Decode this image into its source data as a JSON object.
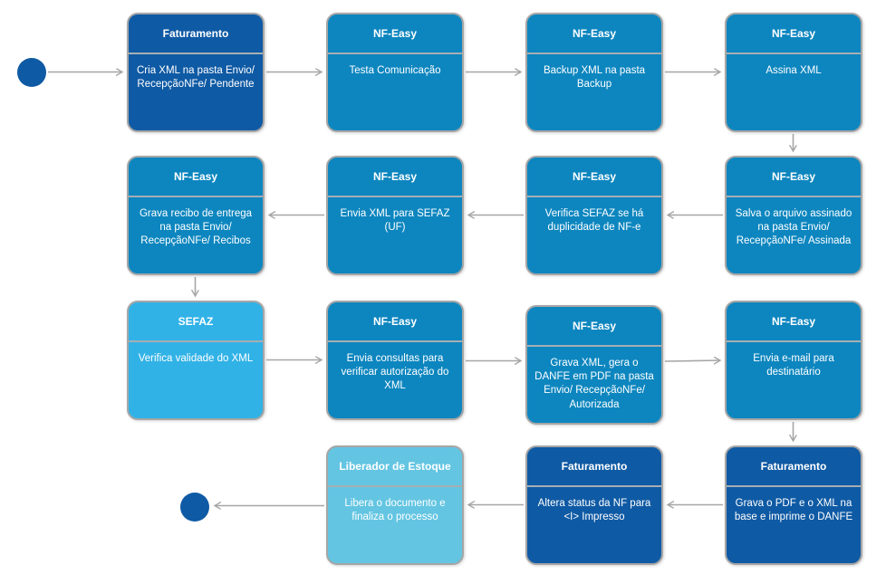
{
  "diagram": {
    "type": "flowchart",
    "start_marker": "start",
    "end_marker": "end",
    "nodes": [
      {
        "id": "n1",
        "header": "Faturamento",
        "body": "Cria XML na pasta Envio/ RecepçãoNFe/ Pendente",
        "role": "faturamento"
      },
      {
        "id": "n2",
        "header": "NF-Easy",
        "body": "Testa Comunicação",
        "role": "nfeasy"
      },
      {
        "id": "n3",
        "header": "NF-Easy",
        "body": "Backup XML na pasta Backup",
        "role": "nfeasy"
      },
      {
        "id": "n4",
        "header": "NF-Easy",
        "body": "Assina XML",
        "role": "nfeasy"
      },
      {
        "id": "n5",
        "header": "NF-Easy",
        "body": "Salva o arquivo assinado na pasta Envio/ RecepçãoNFe/ Assinada",
        "role": "nfeasy"
      },
      {
        "id": "n6",
        "header": "NF-Easy",
        "body": "Verifica SEFAZ se há duplicidade de NF-e",
        "role": "nfeasy"
      },
      {
        "id": "n7",
        "header": "NF-Easy",
        "body": "Envia XML para SEFAZ (UF)",
        "role": "nfeasy"
      },
      {
        "id": "n8",
        "header": "NF-Easy",
        "body": "Grava recibo de entrega na pasta Envio/ RecepçãoNFe/ Recibos",
        "role": "nfeasy"
      },
      {
        "id": "n9",
        "header": "SEFAZ",
        "body": "Verifica validade do XML",
        "role": "sefaz"
      },
      {
        "id": "n10",
        "header": "NF-Easy",
        "body": "Envia consultas para verificar autorização do XML",
        "role": "nfeasy"
      },
      {
        "id": "n11",
        "header": "NF-Easy",
        "body": "Grava XML, gera o DANFE em PDF na pasta Envio/ RecepçãoNFe/ Autorizada",
        "role": "nfeasy"
      },
      {
        "id": "n12",
        "header": "NF-Easy",
        "body": "Envia e-mail para destinatário",
        "role": "nfeasy"
      },
      {
        "id": "n13",
        "header": "Faturamento",
        "body": "Grava o PDF e o XML na base e imprime o DANFE",
        "role": "faturamento"
      },
      {
        "id": "n14",
        "header": "Faturamento",
        "body": "Altera status da NF para <I> Impresso",
        "role": "faturamento"
      },
      {
        "id": "n15",
        "header": "Liberador de Estoque",
        "body": "Libera o documento e finaliza o processo",
        "role": "liberador"
      }
    ],
    "edges": [
      [
        "start",
        "n1"
      ],
      [
        "n1",
        "n2"
      ],
      [
        "n2",
        "n3"
      ],
      [
        "n3",
        "n4"
      ],
      [
        "n4",
        "n5"
      ],
      [
        "n5",
        "n6"
      ],
      [
        "n6",
        "n7"
      ],
      [
        "n7",
        "n8"
      ],
      [
        "n8",
        "n9"
      ],
      [
        "n9",
        "n10"
      ],
      [
        "n10",
        "n11"
      ],
      [
        "n11",
        "n12"
      ],
      [
        "n12",
        "n13"
      ],
      [
        "n13",
        "n14"
      ],
      [
        "n14",
        "n15"
      ],
      [
        "n15",
        "end"
      ]
    ],
    "colors": {
      "faturamento": "#0F5AA4",
      "nfeasy": "#0D86BF",
      "sefaz": "#31B2E6",
      "liberador": "#63C5E2",
      "terminator": "#0F5AA4",
      "border": "#A6A6A6",
      "divider": "#A6AEB3",
      "arrow": "#A6A6A6"
    }
  }
}
